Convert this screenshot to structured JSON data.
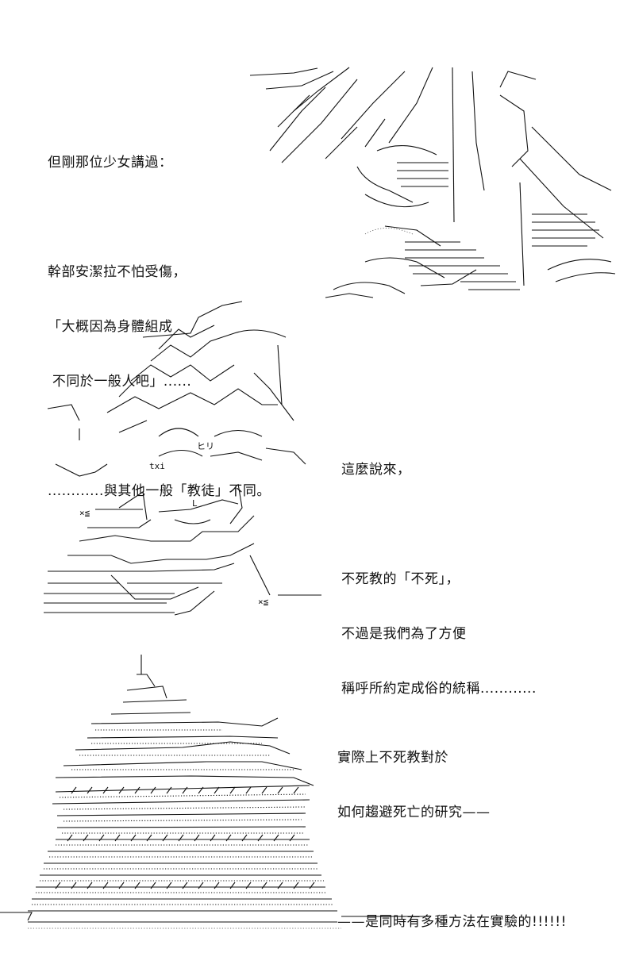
{
  "panel1": {
    "lines": [
      "但剛那位少女講過：",
      "",
      "幹部安潔拉不怕受傷，",
      "「大概因為身體組成",
      " 不同於一般人吧」......",
      "",
      "............與其他一般「教徒」不同。"
    ]
  },
  "panel2": {
    "lines": [
      "這麼說來，",
      "",
      "不死教的「不死」，",
      "不過是我們為了方便",
      "稱呼所約定成俗的統稱............"
    ]
  },
  "panel3": {
    "lines": [
      "實際上不死教對於",
      "如何趨避死亡的研究——",
      "",
      "——是同時有多種方法在實驗的!!!!!!"
    ]
  },
  "art_text": {
    "face_mark": "ヒリ",
    "face_mark2": "txi",
    "mouth": "L",
    "x_mark": "×≦",
    "x_mark2": "×≦"
  }
}
